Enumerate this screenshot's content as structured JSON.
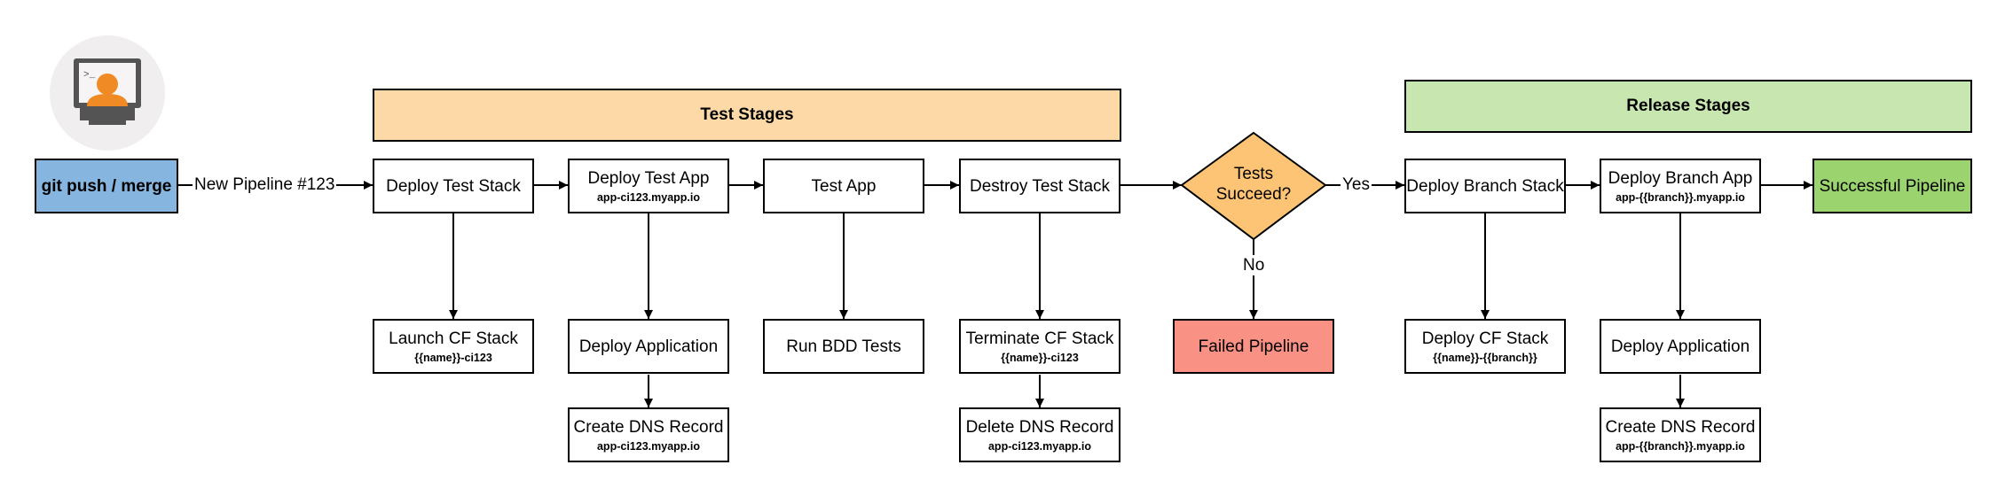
{
  "stages": {
    "test": "Test Stages",
    "release": "Release Stages"
  },
  "trigger": {
    "label": "git push / merge",
    "edge": "New Pipeline #123"
  },
  "test": {
    "deploy_stack": "Deploy Test Stack",
    "deploy_app": {
      "title": "Deploy Test App",
      "sub": "app-ci123.myapp.io"
    },
    "test_app": "Test App",
    "destroy_stack": "Destroy Test Stack",
    "launch_cf": {
      "title": "Launch CF Stack",
      "sub": "{{name}}-ci123"
    },
    "deploy_application": "Deploy Application",
    "create_dns": {
      "title": "Create DNS Record",
      "sub": "app-ci123.myapp.io"
    },
    "run_bdd": "Run BDD Tests",
    "terminate_cf": {
      "title": "Terminate CF Stack",
      "sub": "{{name}}-ci123"
    },
    "delete_dns": {
      "title": "Delete DNS Record",
      "sub": "app-ci123.myapp.io"
    }
  },
  "decision": {
    "line1": "Tests",
    "line2": "Succeed?",
    "yes": "Yes",
    "no": "No"
  },
  "failed": "Failed Pipeline",
  "release": {
    "deploy_branch_stack": "Deploy Branch Stack",
    "deploy_branch_app": {
      "title": "Deploy Branch App",
      "sub": "app-{{branch}}.myapp.io"
    },
    "success": "Successful Pipeline",
    "deploy_cf": {
      "title": "Deploy CF Stack",
      "sub": "{{name}}-{{branch}}"
    },
    "deploy_application": "Deploy Application",
    "create_dns": {
      "title": "Create DNS Record",
      "sub": "app-{{branch}}.myapp.io"
    }
  },
  "colors": {
    "test_band": "#FDD9A7",
    "release_band": "#C8E6B0",
    "trigger": "#86B6E0",
    "decision": "#FCC474",
    "failed": "#F99184",
    "success": "#9BD46F",
    "avatar_bg": "#F0EEEE",
    "person": "#F08A24",
    "monitor": "#545454"
  },
  "icons": {
    "developer": "developer-at-computer-icon"
  }
}
